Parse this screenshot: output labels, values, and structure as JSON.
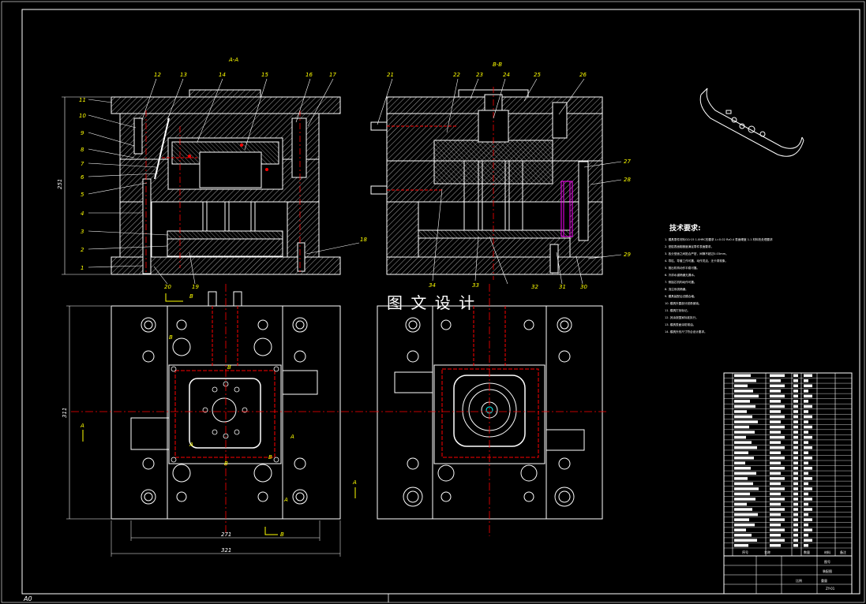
{
  "views": {
    "section_aa": "A-A",
    "section_bb": "B-B",
    "section_marker_a": "A",
    "section_marker_b": "B"
  },
  "dimensions": {
    "height_251": "251",
    "height_311": "311",
    "width_271": "271",
    "width_321": "321"
  },
  "part_numbers_left": [
    "1",
    "2",
    "3",
    "4",
    "5",
    "6",
    "7",
    "8",
    "9",
    "10",
    "11"
  ],
  "part_numbers_top_left": [
    "12",
    "13",
    "14",
    "15",
    "16",
    "17"
  ],
  "part_numbers_bottom_left": [
    "20",
    "19",
    "18"
  ],
  "part_numbers_top_right": [
    "21",
    "22",
    "23",
    "24",
    "25",
    "26"
  ],
  "part_numbers_right": [
    "27",
    "28",
    "29"
  ],
  "part_numbers_bottom_right": [
    "34",
    "33",
    "32",
    "31",
    "30"
  ],
  "watermark": "图 文 设 计",
  "tech_requirements": {
    "title": "技术要求:",
    "lines": [
      "1. 模具零件材料GCr15 1.0HRC的要求 L=0.02 Rz0.4 表面硬度 1.1 材料热处理要求",
      "2. 型腔表面粗糙度满足零件表面要求。",
      "3. 各分型面之间贴合严密，间隙不超过0.03mm。",
      "4. 导柱、导套工作可靠，动作灵活，无卡滞现象。",
      "5. 推出机构动作平稳可靠。",
      "6. 冷却水道畅通无漏水。",
      "7. 侧抽芯机构动作可靠。",
      "8. 浇注系统畅通。",
      "9. 模具装配后试模合格。",
      "10. 模具外露部分锐角倒钝。",
      "11. 模具打刻标记。",
      "12. 其余按国家标准执行。",
      "13. 模具表面涂防锈油。",
      "14. 模具外形尺寸符合设计要求。"
    ]
  },
  "title_block": {
    "sheet_size": "A0",
    "cells": [
      "序号",
      "名称",
      "数量",
      "材料",
      "备注",
      "比例",
      "重量",
      "图号",
      "装配图",
      "ZY-01"
    ]
  },
  "colors": {
    "background": "#000000",
    "line": "#ffffff",
    "center": "#ff0000",
    "label": "#ffff00",
    "hidden": "#ff00ff",
    "accent": "#00ffff"
  }
}
